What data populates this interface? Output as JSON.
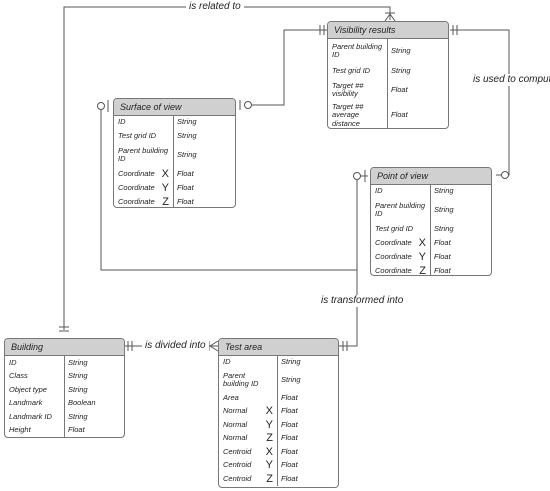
{
  "entities": {
    "visibility_results": {
      "title": "Visibility results",
      "rows": [
        {
          "name": "Parent building ID",
          "type": "String"
        },
        {
          "name": "Test grid ID",
          "type": "String"
        },
        {
          "name": "Target ## visibility",
          "type": "Float"
        },
        {
          "name": "Target ## average distance",
          "type": "Float"
        }
      ]
    },
    "surface_of_view": {
      "title": "Surface of view",
      "rows": [
        {
          "name": "ID",
          "axis": "",
          "type": "String"
        },
        {
          "name": "Test grid ID",
          "axis": "",
          "type": "String"
        },
        {
          "name": "Parent building ID",
          "axis": "",
          "type": "String"
        },
        {
          "name": "Coordinate",
          "axis": "X",
          "type": "Float"
        },
        {
          "name": "Coordinate",
          "axis": "Y",
          "type": "Float"
        },
        {
          "name": "Coordinate",
          "axis": "Z",
          "type": "Float"
        }
      ]
    },
    "point_of_view": {
      "title": "Point of view",
      "rows": [
        {
          "name": "ID",
          "axis": "",
          "type": "String"
        },
        {
          "name": "Parent building ID",
          "axis": "",
          "type": "String"
        },
        {
          "name": "Test grid ID",
          "axis": "",
          "type": "String"
        },
        {
          "name": "Coordinate",
          "axis": "X",
          "type": "Float"
        },
        {
          "name": "Coordinate",
          "axis": "Y",
          "type": "Float"
        },
        {
          "name": "Coordinate",
          "axis": "Z",
          "type": "Float"
        }
      ]
    },
    "building": {
      "title": "Building",
      "rows": [
        {
          "name": "ID",
          "type": "String"
        },
        {
          "name": "Class",
          "type": "String"
        },
        {
          "name": "Object type",
          "type": "String"
        },
        {
          "name": "Landmark",
          "type": "Boolean"
        },
        {
          "name": "Landmark ID",
          "type": "String"
        },
        {
          "name": "Height",
          "type": "Float"
        }
      ]
    },
    "test_area": {
      "title": "Test area",
      "rows": [
        {
          "name": "ID",
          "axis": "",
          "type": "String"
        },
        {
          "name": "Parent building ID",
          "axis": "",
          "type": "String"
        },
        {
          "name": "Area",
          "axis": "",
          "type": "Float"
        },
        {
          "name": "Normal",
          "axis": "X",
          "type": "Float"
        },
        {
          "name": "Normal",
          "axis": "Y",
          "type": "Float"
        },
        {
          "name": "Normal",
          "axis": "Z",
          "type": "Float"
        },
        {
          "name": "Centroid",
          "axis": "X",
          "type": "Float"
        },
        {
          "name": "Centroid",
          "axis": "Y",
          "type": "Float"
        },
        {
          "name": "Centroid",
          "axis": "Z",
          "type": "Float"
        }
      ]
    }
  },
  "relations": {
    "is_related_to": "is related to",
    "is_used_to_compute": "is used to compute",
    "is_transformed_into": "is transformed into",
    "is_divided_into": "is divided into"
  }
}
